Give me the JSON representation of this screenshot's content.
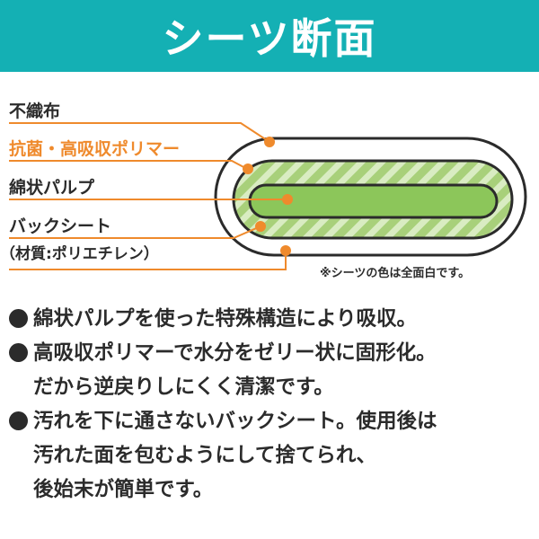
{
  "header": {
    "title": "シーツ断面",
    "bg_color": "#14b0b4"
  },
  "diagram": {
    "labels": {
      "nonwoven": "不織布",
      "polymer": "抗菌・高吸収ポリマー",
      "pulp": "綿状パルプ",
      "backsheet": "バックシート",
      "backsheet_material": "（材質:ポリエチレン）"
    },
    "note": "※シーツの色は全面白です。",
    "colors": {
      "leader_line": "#ef8a2c",
      "polymer_label": "#ef8a2c",
      "polymer_fill": "#a8d07a",
      "polymer_stripe": "#d9ecc2",
      "pulp_fill": "#8cc65a",
      "outline": "#2b2b2b"
    }
  },
  "bullets": [
    {
      "lines": [
        "綿状パルプを使った特殊構造により吸収。"
      ]
    },
    {
      "lines": [
        "高吸収ポリマーで水分をゼリー状に固形化。",
        "だから逆戻りしにくく清潔です。"
      ]
    },
    {
      "lines": [
        "汚れを下に通さないバックシート。使用後は",
        "汚れた面を包むようにして捨てられ、",
        "後始末が簡単です。"
      ]
    }
  ]
}
